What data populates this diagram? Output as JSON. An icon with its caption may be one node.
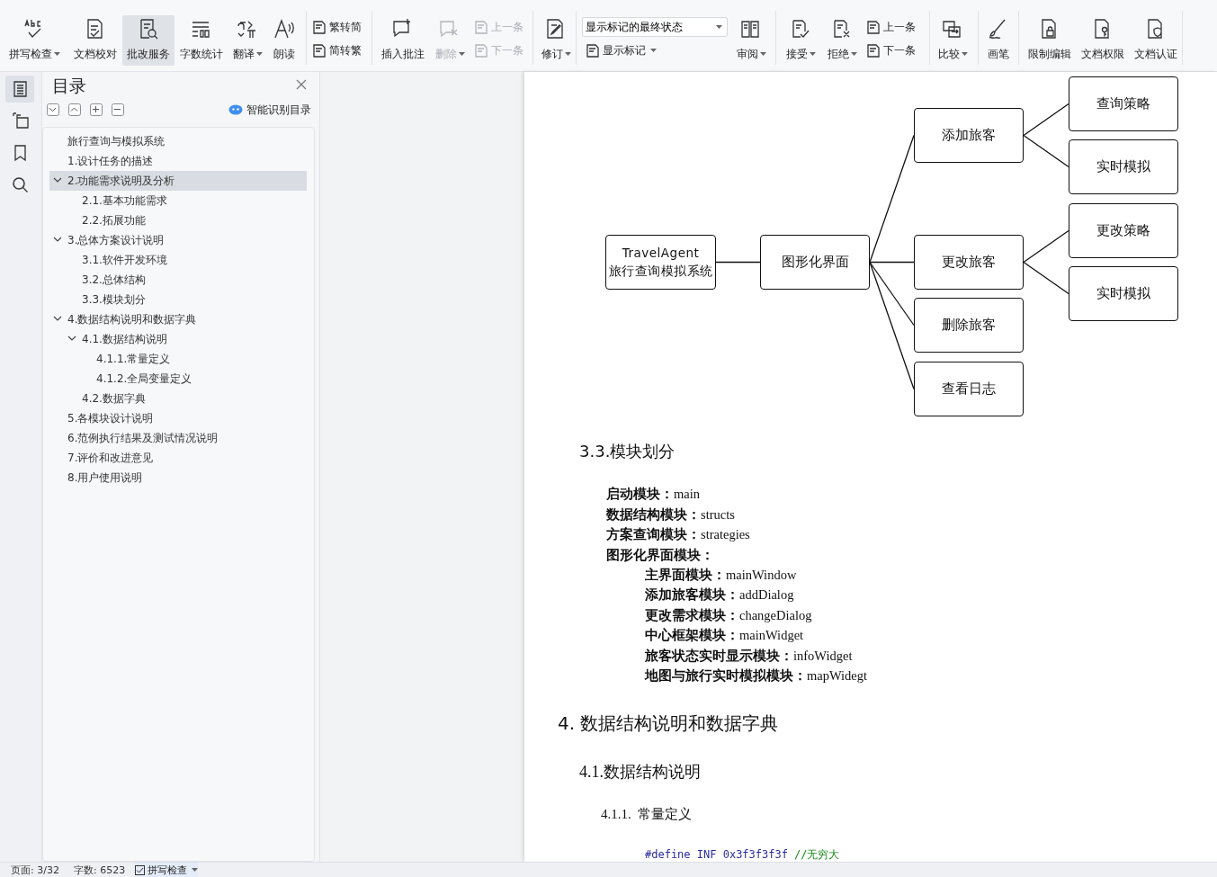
{
  "diagram": {
    "nodes": [
      {
        "text": [
          "TravelAgent 旅行查询模拟系统"
        ]
      },
      {
        "text": [
          "图形化界面"
        ]
      },
      {
        "text": [
          "添加旅客"
        ]
      },
      {
        "text": [
          "更改旅客"
        ]
      },
      {
        "text": [
          "删除旅客"
        ]
      },
      {
        "text": [
          "查看日志"
        ]
      },
      {
        "text": [
          "查询策略"
        ]
      },
      {
        "text": [
          "实时模拟"
        ]
      },
      {
        "text": [
          "更改策略"
        ]
      },
      {
        "text": [
          "实时模拟"
        ]
      }
    ],
    "edges": [
      {
        "from": 0,
        "to": 1,
        "arrow": "none"
      },
      {
        "from": 1,
        "to": 2,
        "arrow": "none"
      },
      {
        "from": 1,
        "to": 3,
        "arrow": "none"
      },
      {
        "from": 1,
        "to": 4,
        "arrow": "none"
      },
      {
        "from": 1,
        "to": 5,
        "arrow": "none"
      },
      {
        "from": 2,
        "to": 6,
        "arrow": "none"
      },
      {
        "from": 2,
        "to": 7,
        "arrow": "none"
      },
      {
        "from": 3,
        "to": 8,
        "arrow": "none"
      },
      {
        "from": 3,
        "to": 9,
        "arrow": "none"
      }
    ],
    "labels": [
      "拼写检查",
      "文档校对",
      "批改服务",
      "字数统计",
      "翻译",
      "朗读",
      "繁转简",
      "简转繁",
      "插入批注",
      "删除",
      "上一条",
      "下一条",
      "修订",
      "显示标记的最终状态",
      "显示标记",
      "审阅",
      "接受",
      "拒绝",
      "上一条",
      "下一条",
      "比较",
      "画笔",
      "限制编辑",
      "文档权限",
      "文档认证",
      "目录",
      "智能识别目录",
      "旅行查询与模拟系统",
      "1.设计任务的描述",
      "2.功能需求说明及分析",
      "2.1.基本功能需求",
      "2.2.拓展功能",
      "3.总体方案设计说明",
      "3.1.软件开发环境",
      "3.2.总体结构",
      "3.3.模块划分",
      "4.数据结构说明和数据字典",
      "4.1.数据结构说明",
      "4.1.1.常量定义",
      "4.1.2.全局变量定义",
      "4.2.数据字典",
      "5.各模块设计说明",
      "6.范例执行结果及测试情况说明",
      "7.评价和改进意见",
      "8.用户使用说明",
      "3.3.模块划分",
      "**启动模块：**main",
      "**数据结构模块：**structs",
      "**方案查询模块：**strategies",
      "图形化界面模块：",
      "**主界面模块：**mainWindow",
      "**添加旅客模块：**addDialog",
      "**更改需求模块：**changeDialog",
      "**中心框架模块：**mainWidget",
      "**旅客状态实时显示模块：**infoWidget",
      "**地图与旅行实时模拟模块：**mapWidegt",
      "4. 数据结构说明和数据字典",
      "4.1.数据结构说明",
      "4.1.1.  常量定义",
      "#define INF 0x3f3f3f3f",
      "//无穷大",
      "页面: 3/32",
      "字数: 6523",
      "拼写检查"
    ]
  }
}
